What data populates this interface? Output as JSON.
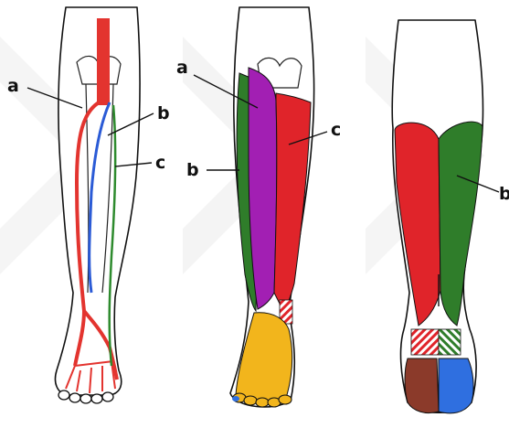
{
  "labels": {
    "left": {
      "a": "a",
      "b": "b",
      "c": "c"
    },
    "middle": {
      "a": "a",
      "b": "b",
      "c": "c"
    },
    "right": {
      "b": "b"
    }
  },
  "colors": {
    "artery_red": "#e3342f",
    "vein_blue": "#2b5bd6",
    "nerve_green": "#2e8b2e",
    "compartment_green": "#2f7d2a",
    "compartment_purple": "#a21fb3",
    "compartment_red": "#e0242a",
    "foot_yellow": "#f2b51c",
    "foot_brown": "#8b3a2a",
    "foot_blue": "#2f6fe0",
    "watermark_gray": "#eeeeee"
  }
}
